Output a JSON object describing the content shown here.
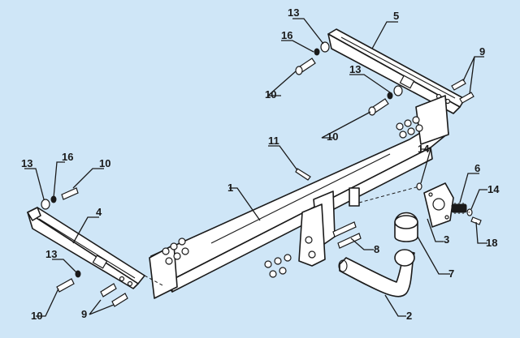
{
  "callouts": [
    {
      "id": "c13a",
      "text": "13"
    },
    {
      "id": "c5",
      "text": "5"
    },
    {
      "id": "c16a",
      "text": "16"
    },
    {
      "id": "c9a",
      "text": "9"
    },
    {
      "id": "c10a",
      "text": "10"
    },
    {
      "id": "c13b",
      "text": "13"
    },
    {
      "id": "c10b",
      "text": "10"
    },
    {
      "id": "c11",
      "text": "11"
    },
    {
      "id": "c14a",
      "text": "14"
    },
    {
      "id": "c6",
      "text": "6"
    },
    {
      "id": "c14b",
      "text": "14"
    },
    {
      "id": "c13c",
      "text": "13"
    },
    {
      "id": "c16b",
      "text": "16"
    },
    {
      "id": "c10c",
      "text": "10"
    },
    {
      "id": "c1",
      "text": "1"
    },
    {
      "id": "c4",
      "text": "4"
    },
    {
      "id": "c3",
      "text": "3"
    },
    {
      "id": "c18",
      "text": "18"
    },
    {
      "id": "c13d",
      "text": "13"
    },
    {
      "id": "c8",
      "text": "8"
    },
    {
      "id": "c7",
      "text": "7"
    },
    {
      "id": "c10d",
      "text": "10"
    },
    {
      "id": "c9b",
      "text": "9"
    },
    {
      "id": "c2",
      "text": "2"
    }
  ]
}
